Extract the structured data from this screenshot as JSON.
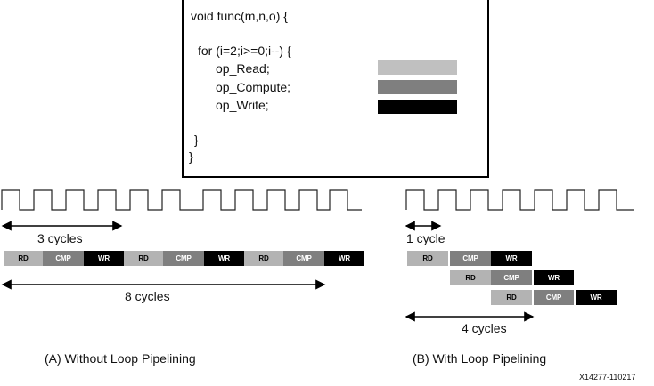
{
  "code": {
    "lines": [
      "void func(m,n,o) {",
      "for (i=2;i>=0;i--) {",
      "op_Read;",
      "op_Compute;",
      "op_Write;",
      "}",
      "}"
    ],
    "legend_colors": {
      "read": "#c0c0c0",
      "compute": "#7f7f7f",
      "write": "#000000"
    }
  },
  "panel_a": {
    "span_short": "3 cycles",
    "span_long": "8 cycles",
    "caption": "(A) Without Loop Pipelining",
    "stages": [
      "RD",
      "CMP",
      "WR",
      "RD",
      "CMP",
      "WR",
      "RD",
      "CMP",
      "WR"
    ]
  },
  "panel_b": {
    "span_short": "1 cycle",
    "span_long": "4 cycles",
    "caption": "(B) With Loop Pipelining",
    "rows": [
      [
        "RD",
        "CMP",
        "WR"
      ],
      [
        "RD",
        "CMP",
        "WR"
      ],
      [
        "RD",
        "CMP",
        "WR"
      ]
    ]
  },
  "figure_id": "X14277-110217"
}
